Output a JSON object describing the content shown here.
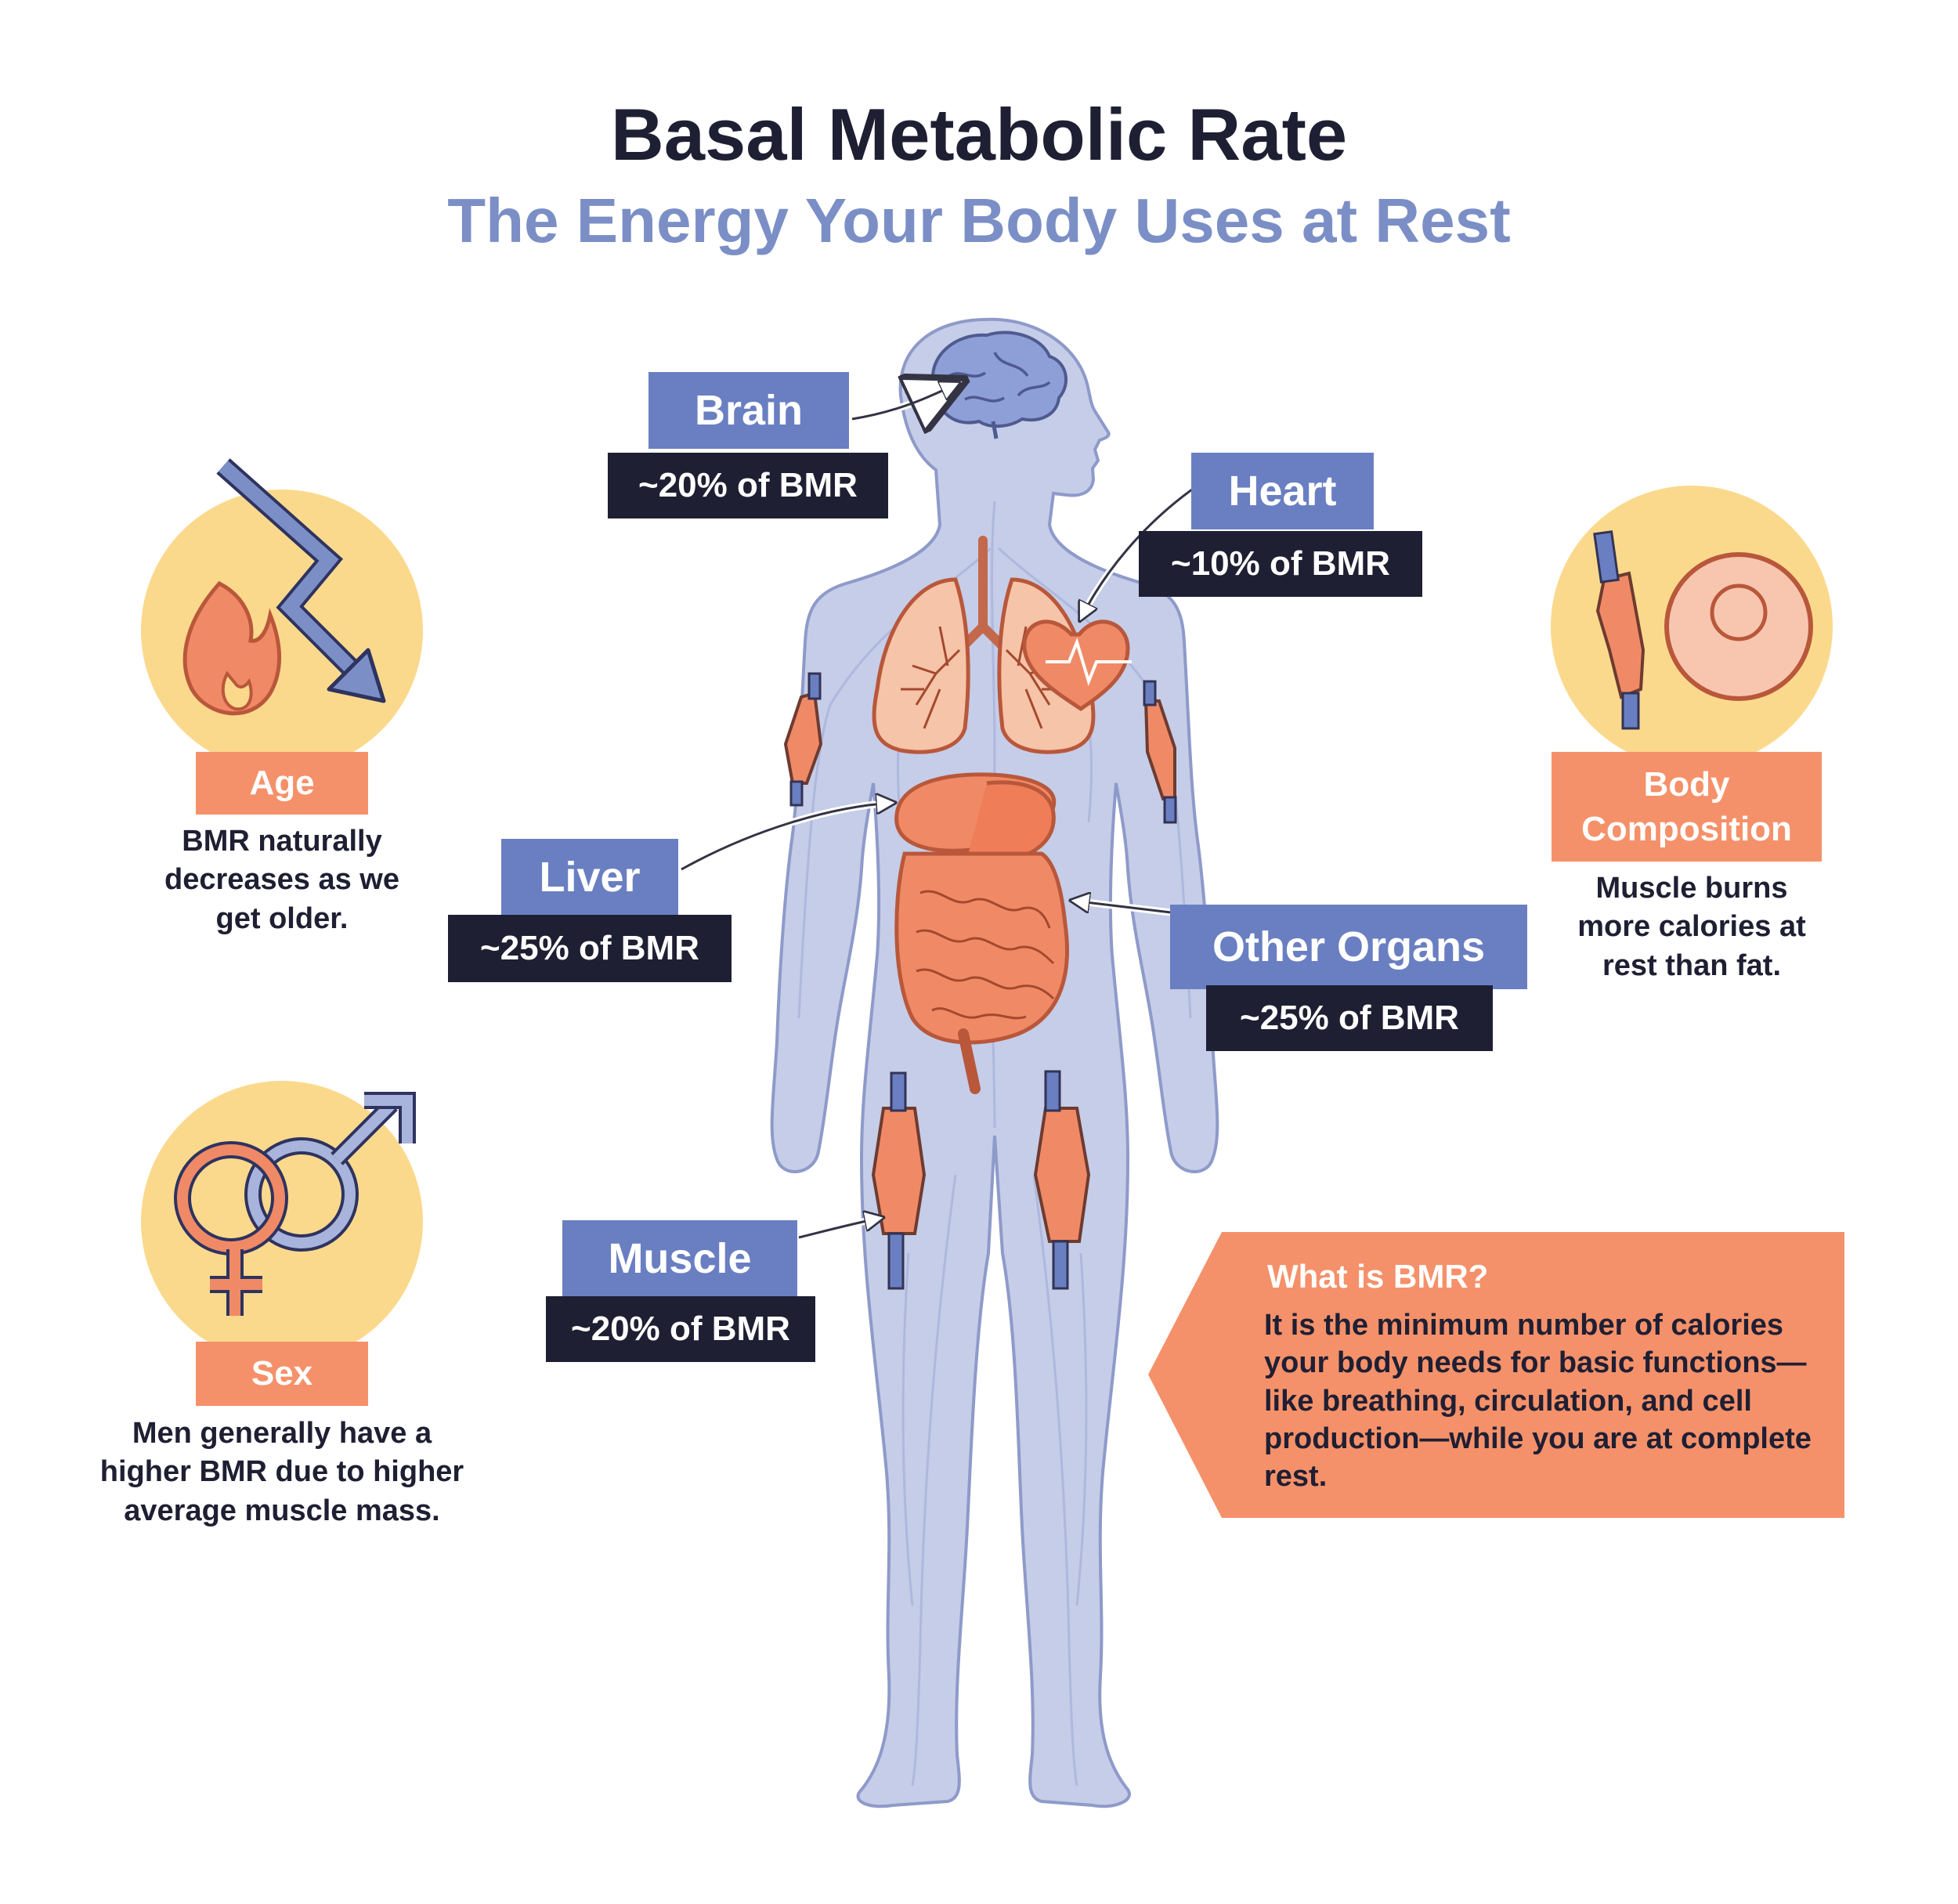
{
  "header": {
    "title": "Basal Metabolic Rate",
    "subtitle": "The Energy Your Body Uses at Rest"
  },
  "organs": {
    "brain": {
      "label": "Brain",
      "pct": "~20% of BMR"
    },
    "heart": {
      "label": "Heart",
      "pct": "~10% of BMR"
    },
    "liver": {
      "label": "Liver",
      "pct": "~25% of BMR"
    },
    "other": {
      "label": "Other Organs",
      "pct": "~25% of BMR"
    },
    "muscle": {
      "label": "Muscle",
      "pct": "~20% of BMR"
    }
  },
  "factors": {
    "age": {
      "label": "Age",
      "text": "BMR naturally decreases as we get older."
    },
    "sex": {
      "label": "Sex",
      "text": "Men generally have a higher BMR due to higher average muscle mass."
    },
    "body": {
      "label": "Body Composition",
      "text": "Muscle burns more calories at rest than fat."
    }
  },
  "info": {
    "title": "What is BMR?",
    "text": "It is the minimum number of calories your body needs for basic functions—like breathing, circulation, and cell production—while you are at complete rest."
  },
  "colors": {
    "body": "#c5cde8",
    "body_outline": "#8e9ac9",
    "organ": "#f08a66",
    "label_bg": "#6a7fc2",
    "pct_bg": "#1f1f33",
    "accent_orange": "#f5916a",
    "circle_yellow": "#fbd98c"
  }
}
